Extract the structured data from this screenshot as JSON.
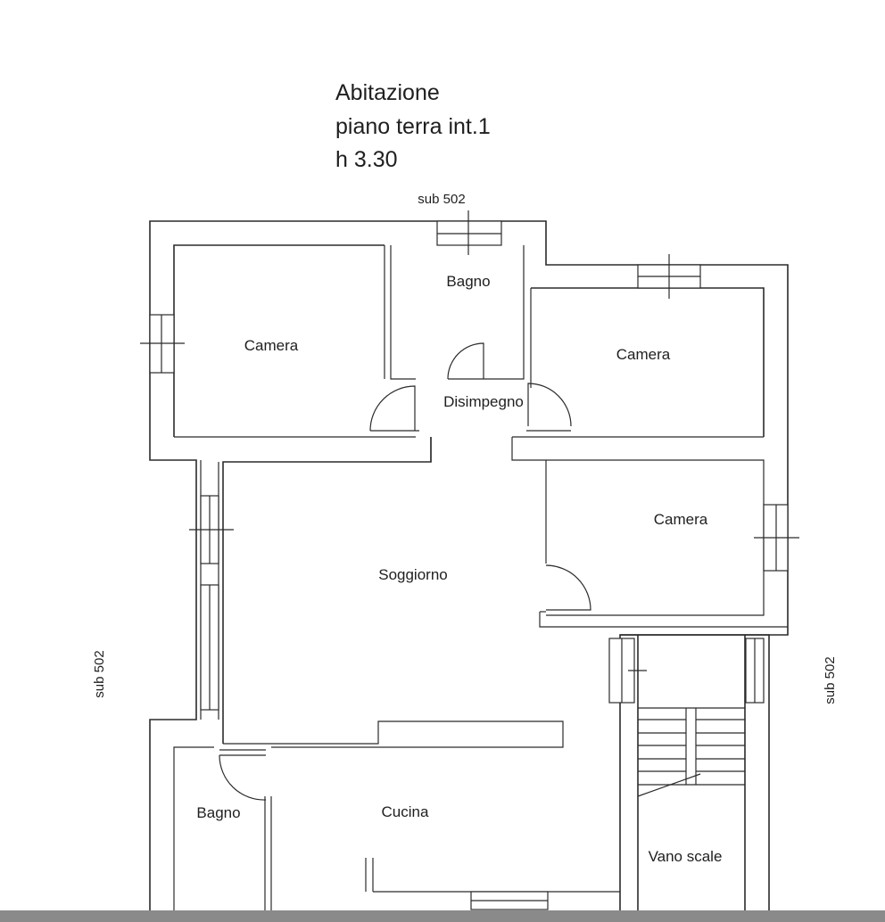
{
  "header": {
    "line1": "Abitazione",
    "line2": "piano terra int.1",
    "line3": "h 3.30"
  },
  "neighbors": {
    "top": "sub 502",
    "left": "sub 502",
    "right": "sub 502"
  },
  "rooms": {
    "bagno_top": "Bagno",
    "camera_nw": "Camera",
    "camera_ne": "Camera",
    "disimpegno": "Disimpegno",
    "camera_e": "Camera",
    "soggiorno": "Soggiorno",
    "bagno_bottom": "Bagno",
    "cucina": "Cucina",
    "vano_scale": "Vano scale"
  },
  "colors": {
    "line": "#2b2b2b",
    "background": "#ffffff",
    "bottom_bar": "#8a8a8a"
  }
}
